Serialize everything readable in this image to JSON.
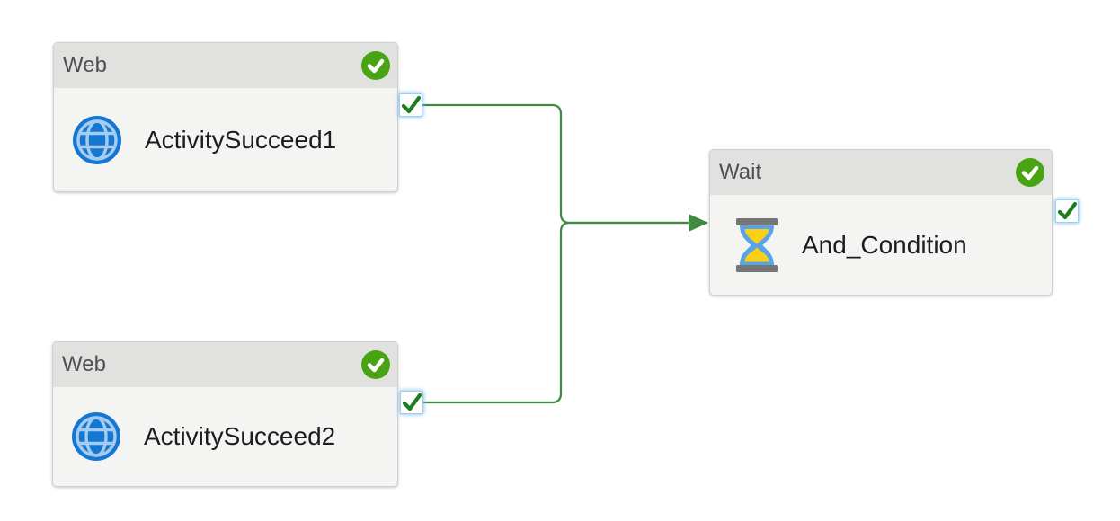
{
  "nodes": [
    {
      "type_label": "Web",
      "name": "ActivitySucceed1",
      "icon": "globe-icon",
      "status": "succeeded"
    },
    {
      "type_label": "Web",
      "name": "ActivitySucceed2",
      "icon": "globe-icon",
      "status": "succeeded"
    },
    {
      "type_label": "Wait",
      "name": "And_Condition",
      "icon": "hourglass-icon",
      "status": "succeeded"
    }
  ],
  "connections": [
    {
      "from": "ActivitySucceed1",
      "to": "And_Condition",
      "type": "on-success"
    },
    {
      "from": "ActivitySucceed2",
      "to": "And_Condition",
      "type": "on-success"
    }
  ],
  "colors": {
    "connector_green": "#3e8b41",
    "status_badge_green": "#48a412",
    "port_check_green": "#1c7e1c",
    "node_header_bg": "#e1e1e0",
    "node_body_bg": "#f4f4f3",
    "node_border": "#d0d0ce",
    "globe_blue": "#1478d2",
    "globe_lines_blue": "#a4cbf0",
    "hourglass_glass_blue": "#57a5e8",
    "hourglass_sand_yellow": "#fbcf17",
    "hourglass_bar_gray": "#767676"
  }
}
